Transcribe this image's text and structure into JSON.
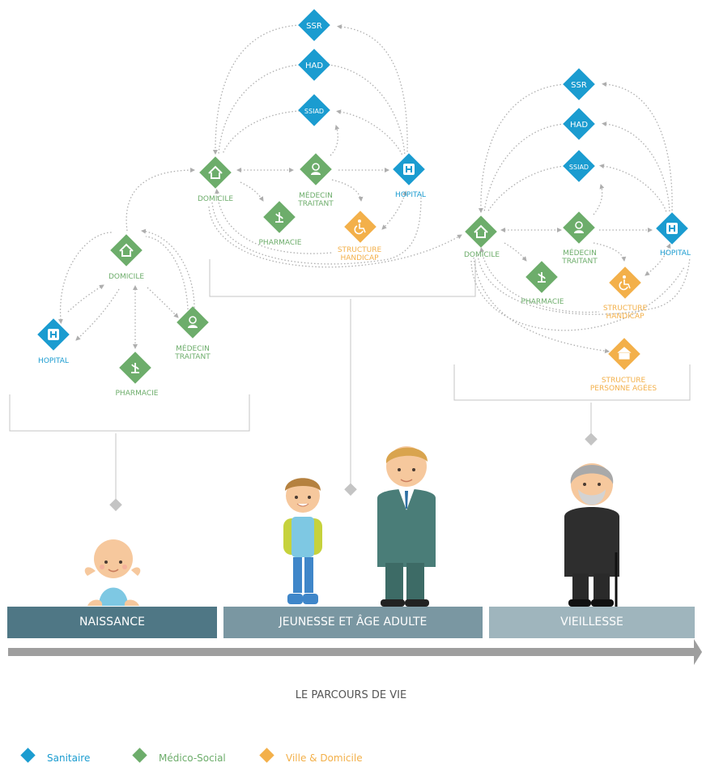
{
  "colors": {
    "sanitaire": "#1b9cd0",
    "medico_social": "#6dad6b",
    "ville_domicile": "#f3b04a",
    "band_1": "#4f7785",
    "band_2": "#7a97a2",
    "band_3": "#9fb5bd",
    "arrow": "#aeaeae",
    "connector": "#c4c4c4"
  },
  "stages": {
    "naissance": "NAISSANCE",
    "jeunesse": "JEUNESSE ET ÂGE ADULTE",
    "vieillesse": "VIEILLESSE"
  },
  "timeline_label": "LE PARCOURS DE VIE",
  "legend": {
    "sanitaire": "Sanitaire",
    "medico_social": "Médico-Social",
    "ville_domicile": "Ville & Domicile"
  },
  "nodes": {
    "ssr": "SSR",
    "had": "HAD",
    "ssiad": "SSIAD",
    "domicile": "DOMICILE",
    "hopital": "HOPITAL",
    "pharmacie": "PHARMACIE",
    "medecin_1": "MÉDECIN",
    "medecin_2": "TRAITANT",
    "handicap_1": "STRUCTURE",
    "handicap_2": "HANDICAP",
    "agees_1": "STRUCTURE",
    "agees_2": "PERSONNE AGÉES"
  },
  "icons": [
    "house-icon",
    "hospital-h-icon",
    "doctor-icon",
    "pharmacy-icon",
    "wheelchair-icon",
    "building-icon"
  ]
}
